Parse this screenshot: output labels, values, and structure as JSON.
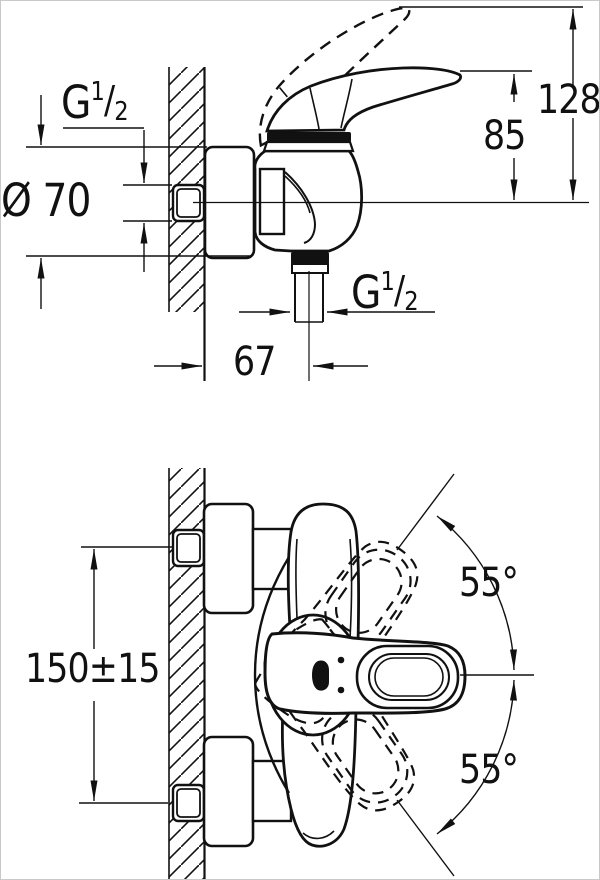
{
  "meta": {
    "title": "Technical dimension drawing — wall-mounted single-lever shower mixer",
    "views": [
      "side elevation",
      "plan view with lever swivel range"
    ]
  },
  "colors": {
    "line": "#111111",
    "background": "#ffffff"
  },
  "side_view": {
    "labels": {
      "thread_inlet": {
        "prefix": "G",
        "numerator": "1",
        "slash": "/",
        "denominator": "2"
      },
      "diameter": "Ø 70",
      "height_total": "128",
      "height_lever": "85",
      "thread_outlet": {
        "prefix": "G",
        "numerator": "1",
        "slash": "/",
        "denominator": "2"
      },
      "outlet_offset": "67"
    }
  },
  "plan_view": {
    "labels": {
      "inlet_spacing": "150±15",
      "swivel_upper": "55°",
      "swivel_lower": "55°"
    }
  }
}
